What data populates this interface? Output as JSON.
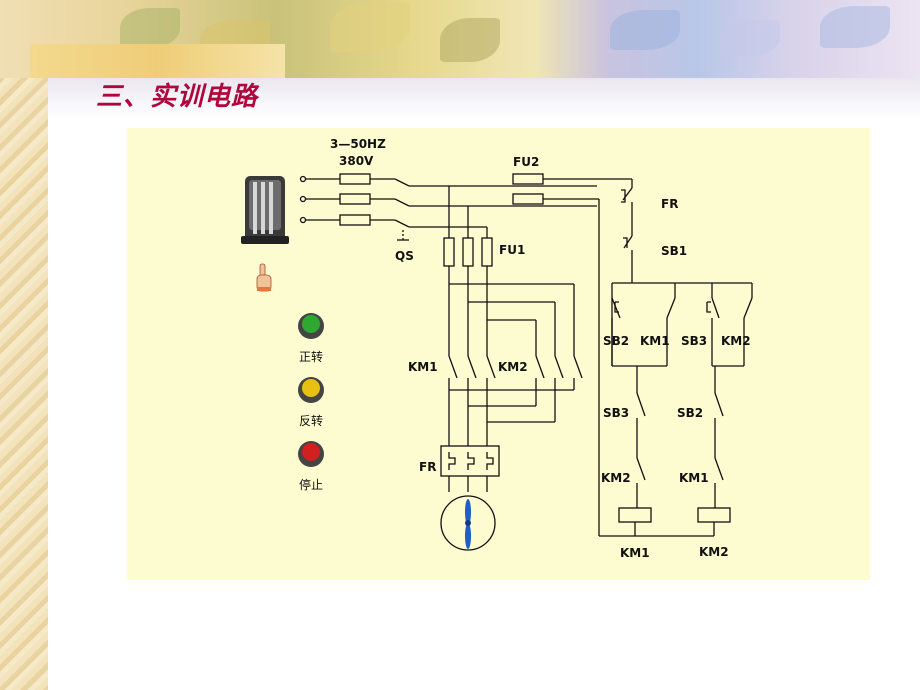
{
  "slide_title": "三、实训电路",
  "supply": {
    "line1": "3—50HZ",
    "line2": "380V"
  },
  "labels": {
    "qs": "QS",
    "fu1": "FU1",
    "fu2": "FU2",
    "fr_ctrl": "FR",
    "sb1": "SB1",
    "sb2_top": "SB2",
    "km1_top": "KM1",
    "sb3_top": "SB3",
    "km2_top": "KM2",
    "sb3_mid": "SB3",
    "sb2_mid": "SB2",
    "km2_low": "KM2",
    "km1_low": "KM1",
    "km1_coil": "KM1",
    "km2_coil": "KM2",
    "km1_main": "KM1",
    "km2_main": "KM2",
    "fr_main": "FR"
  },
  "buttons": [
    {
      "label": "正转",
      "color": "#2fa832"
    },
    {
      "label": "反转",
      "color": "#e8c012"
    },
    {
      "label": "停止",
      "color": "#d21f1f"
    }
  ]
}
